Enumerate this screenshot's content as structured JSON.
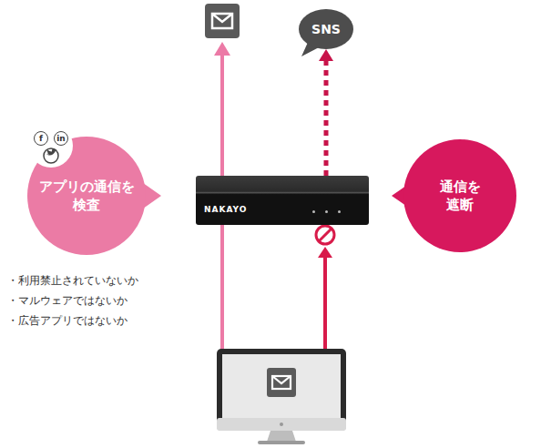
{
  "diagram": {
    "nodes": [
      {
        "text": [
          "SNS"
        ]
      },
      {
        "text": [
          "NAKAYO"
        ]
      },
      {
        "text": [
          "アプリの通信を 検査"
        ]
      },
      {
        "text": [
          "通信を 遮断"
        ]
      }
    ],
    "edges": [
      {
        "from": 1,
        "to": 0,
        "arrow": "to"
      }
    ],
    "labels": [
      "f",
      "in",
      "・利用禁止されていないか",
      "・マルウェアではないか",
      "・広告アプリではないか"
    ]
  }
}
